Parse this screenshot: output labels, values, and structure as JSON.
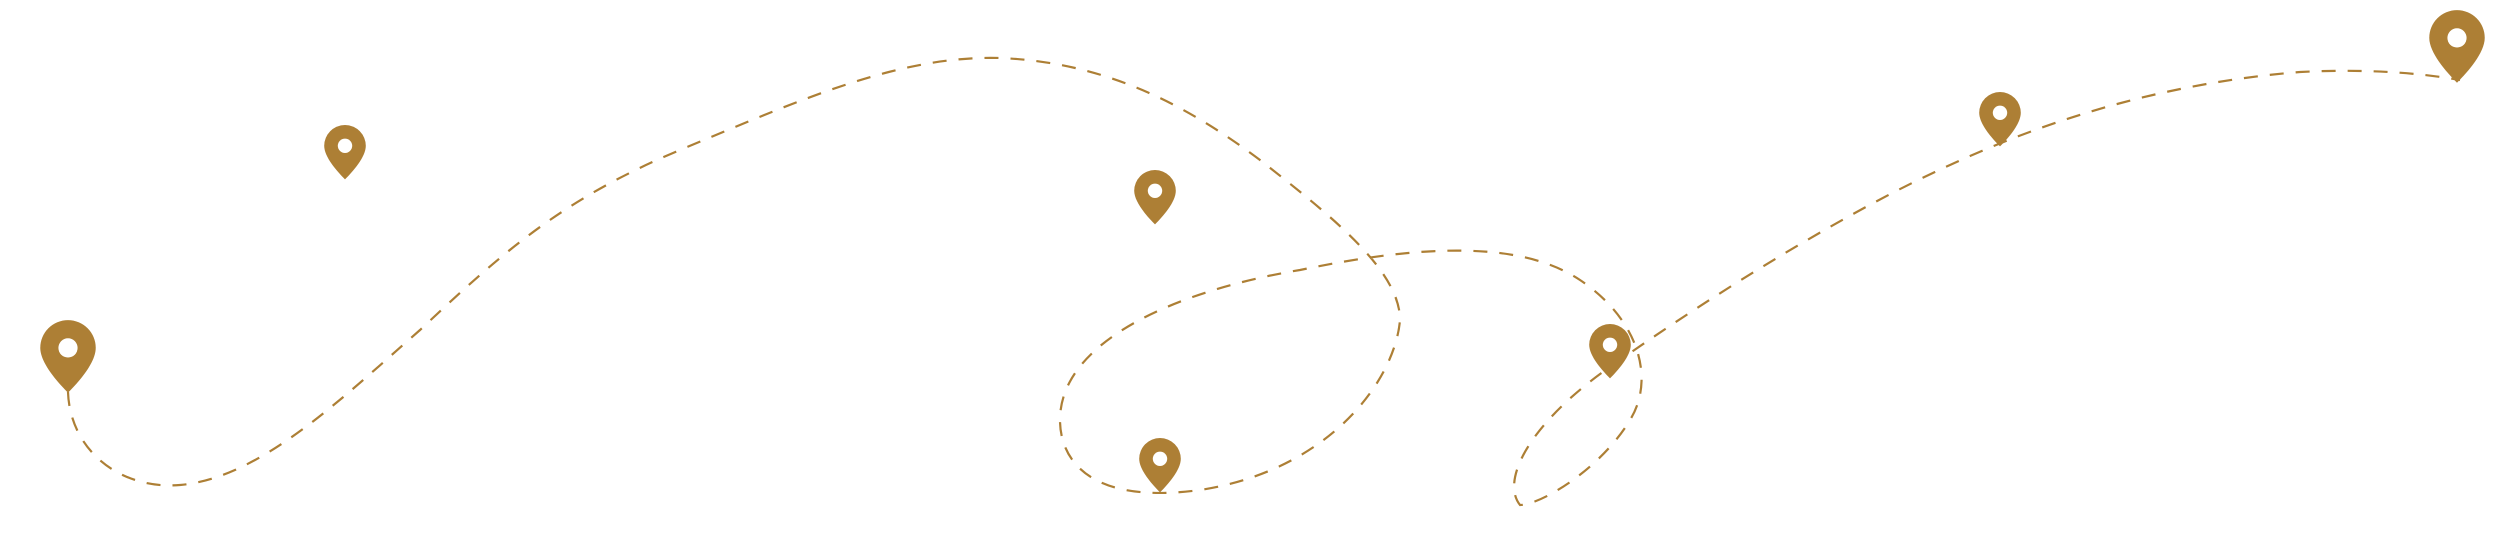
{
  "colors": {
    "accent": "#AD7F35",
    "background": "#FFFFFF"
  },
  "pins": [
    {
      "name": "start",
      "icon": "map-pin-icon"
    },
    {
      "name": "stop-1",
      "icon": "map-pin-icon"
    },
    {
      "name": "stop-2",
      "icon": "map-pin-icon"
    },
    {
      "name": "stop-3",
      "icon": "map-pin-icon"
    },
    {
      "name": "stop-4",
      "icon": "map-pin-icon"
    },
    {
      "name": "stop-5",
      "icon": "map-pin-icon"
    },
    {
      "name": "end",
      "icon": "map-pin-icon"
    }
  ]
}
